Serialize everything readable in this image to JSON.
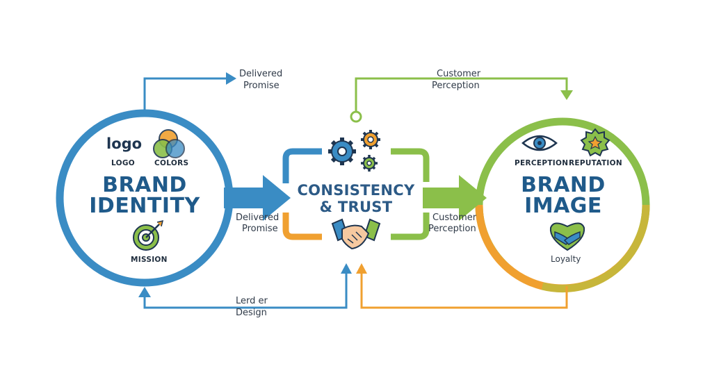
{
  "left_circle": {
    "title_line1": "BRAND",
    "title_line2": "IDENTITY",
    "logo_word": "logo",
    "logo_caption": "LOGO",
    "colors_caption": "COLORS",
    "mission_caption": "MISSION"
  },
  "center": {
    "title_line1": "CONSISTENCY",
    "title_line2": "& TRUST"
  },
  "right_circle": {
    "title_line1": "BRAND",
    "title_line2": "IMAGE",
    "perception_caption": "PERCEPTION",
    "reputation_caption": "REPUTATION",
    "loyalty_caption": "Loyalty"
  },
  "flows": {
    "top_left_line1": "Delivered",
    "top_left_line2": "Promise",
    "top_right_line1": "Customer",
    "top_right_line2": "Perception",
    "mid_left_line1": "Delivered",
    "mid_left_line2": "Promise",
    "mid_right_line1": "Customer",
    "mid_right_line2": "Perception",
    "bottom_line1": "Lerd er",
    "bottom_line2": "Design"
  },
  "colors": {
    "blue": "#3a8cc4",
    "green": "#8bbf4a",
    "orange": "#f0a030",
    "navy_text": "#1f5a8a"
  }
}
